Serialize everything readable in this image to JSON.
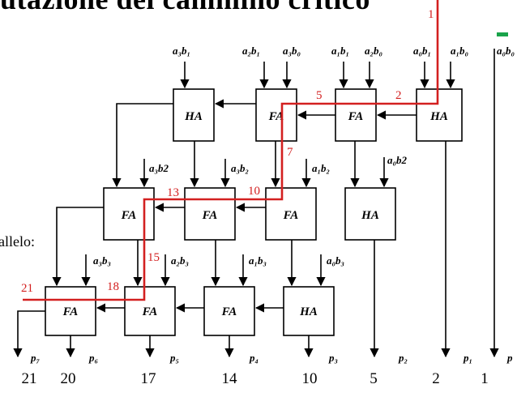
{
  "title": "utazione del cammino critico",
  "side_label": "allelo:",
  "colors": {
    "critical_path": "#d32020",
    "accent_dash": "#19a34a"
  },
  "diagram": {
    "cells": [
      {
        "id": "r1-ha-left",
        "label": "HA"
      },
      {
        "id": "r1-fa-a",
        "label": "FA"
      },
      {
        "id": "r1-fa-b",
        "label": "FA"
      },
      {
        "id": "r1-ha-right",
        "label": "HA"
      },
      {
        "id": "r2-fa-a",
        "label": "FA"
      },
      {
        "id": "r2-fa-b",
        "label": "FA"
      },
      {
        "id": "r2-fa-c",
        "label": "FA"
      },
      {
        "id": "r2-ha",
        "label": "HA"
      },
      {
        "id": "r3-fa-a",
        "label": "FA"
      },
      {
        "id": "r3-fa-b",
        "label": "FA"
      },
      {
        "id": "r3-fa-c",
        "label": "FA"
      },
      {
        "id": "r3-ha",
        "label": "HA"
      }
    ],
    "top_inputs": [
      "a₃b₁",
      "a₂b₁",
      "a₃b₀",
      "a₁b₁",
      "a₂b₀",
      "a₀b₁",
      "a₁b₀",
      "a₀b₀"
    ],
    "row2_inputs": [
      "a₃b2",
      "a₃b₂",
      "a₁b₂",
      "a₀b2"
    ],
    "row3_inputs": [
      "a₃b₃",
      "a₂b₃",
      "a₁b₃",
      "a₀b₃"
    ],
    "outputs": [
      "p₇",
      "p₆",
      "p₅",
      "p₄",
      "p₃",
      "p₂",
      "p₁",
      "p"
    ],
    "path_delays": [
      "1",
      "2",
      "5",
      "7",
      "10",
      "13",
      "15",
      "18",
      "21"
    ]
  },
  "bottom_delays": [
    "21",
    "20",
    "17",
    "14",
    "10",
    "5",
    "2",
    "1"
  ]
}
